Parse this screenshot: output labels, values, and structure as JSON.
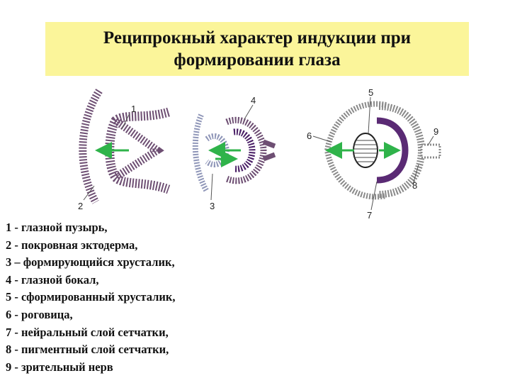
{
  "title": {
    "line1": "Реципрокный характер индукции при",
    "line2": "формировании глаза"
  },
  "diagram": {
    "labels": [
      "1",
      "2",
      "3",
      "4",
      "5",
      "6",
      "7",
      "8",
      "9"
    ]
  },
  "legend": [
    "1 - глазной пузырь,",
    "2 - покровная эктодерма,",
    "3 – формирующийся хрусталик,",
    "4 - глазной бокал,",
    "5 - сформированный хрусталик,",
    "6 - роговица,",
    "7 - нейральный слой сетчатки,",
    "8 - пигментный слой сетчатки,",
    "9 - зрительный нерв"
  ],
  "colors": {
    "title_bg": "#fbf59a",
    "optic_tissue": "#6e4f73",
    "retina_dark": "#5a2a74",
    "ectoderm_blue": "#8f96b8",
    "cornea_gray": "#8a8a8a",
    "arrow_green": "#2fb34a"
  }
}
